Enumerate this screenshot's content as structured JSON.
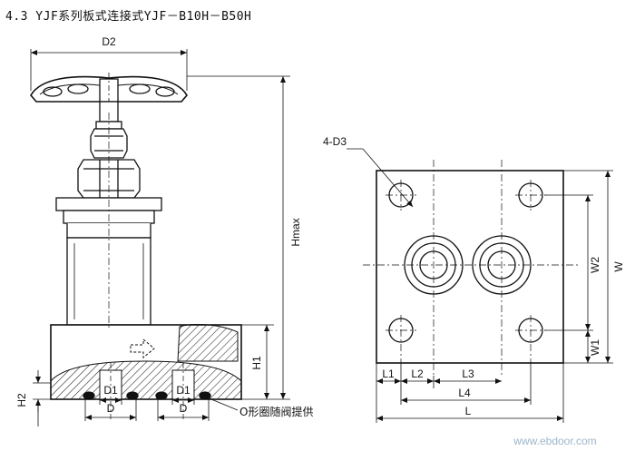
{
  "title": "4.3  YJF系列板式连接式YJF－B10H－B50H",
  "left_view": {
    "dims": {
      "d2": "D2",
      "hmax": "Hmax",
      "h1": "H1",
      "h2": "H2",
      "d1_left": "D1",
      "d1_right": "D1",
      "d_left": "D",
      "d_right": "D"
    },
    "note": "O形圈随阀提供"
  },
  "right_view": {
    "dims": {
      "hole_label": "4-D3",
      "l1": "L1",
      "l2": "L2",
      "l3": "L3",
      "l4": "L4",
      "l": "L",
      "w": "W",
      "w1": "W1",
      "w2": "W2"
    }
  },
  "watermark": "www.ebdoor.com",
  "colors": {
    "line": "#111111",
    "hatch": "#222222",
    "background": "#ffffff"
  }
}
